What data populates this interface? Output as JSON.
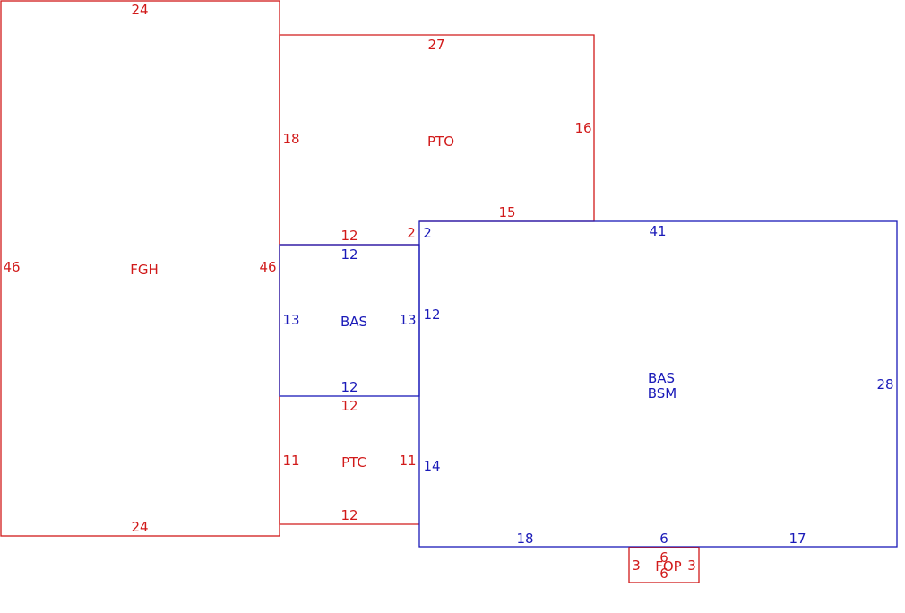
{
  "colors": {
    "addition": "#d11a1a",
    "main": "#1a1ab8"
  },
  "areas": {
    "fgh": "FGH",
    "pto": "PTO",
    "bas_small": "BAS",
    "ptc": "PTC",
    "bas_main": "BAS",
    "bsm_main": "BSM",
    "fop": "FOP"
  },
  "dimensions": {
    "fgh_top": "24",
    "fgh_left": "46",
    "fgh_right": "46",
    "fgh_bottom": "24",
    "pto_top": "27",
    "pto_left": "18",
    "pto_right": "16",
    "pto_bottom": "15",
    "pto_bottom_left": "12",
    "pto_bottom_step": "2",
    "bas_small_top": "12",
    "bas_small_left": "13",
    "bas_small_right": "13",
    "bas_small_bottom": "12",
    "ptc_top": "12",
    "ptc_left": "11",
    "ptc_right": "11",
    "ptc_bottom": "12",
    "bas_main_corner": "2",
    "bas_main_top": "41",
    "bas_main_right": "28",
    "bas_main_left_upper": "12",
    "bas_main_left_lower": "14",
    "bas_main_bottom_left": "18",
    "bas_main_bottom_mid": "6",
    "bas_main_bottom_right": "17",
    "fop_top": "6",
    "fop_left": "3",
    "fop_right": "3",
    "fop_bottom": "6"
  }
}
